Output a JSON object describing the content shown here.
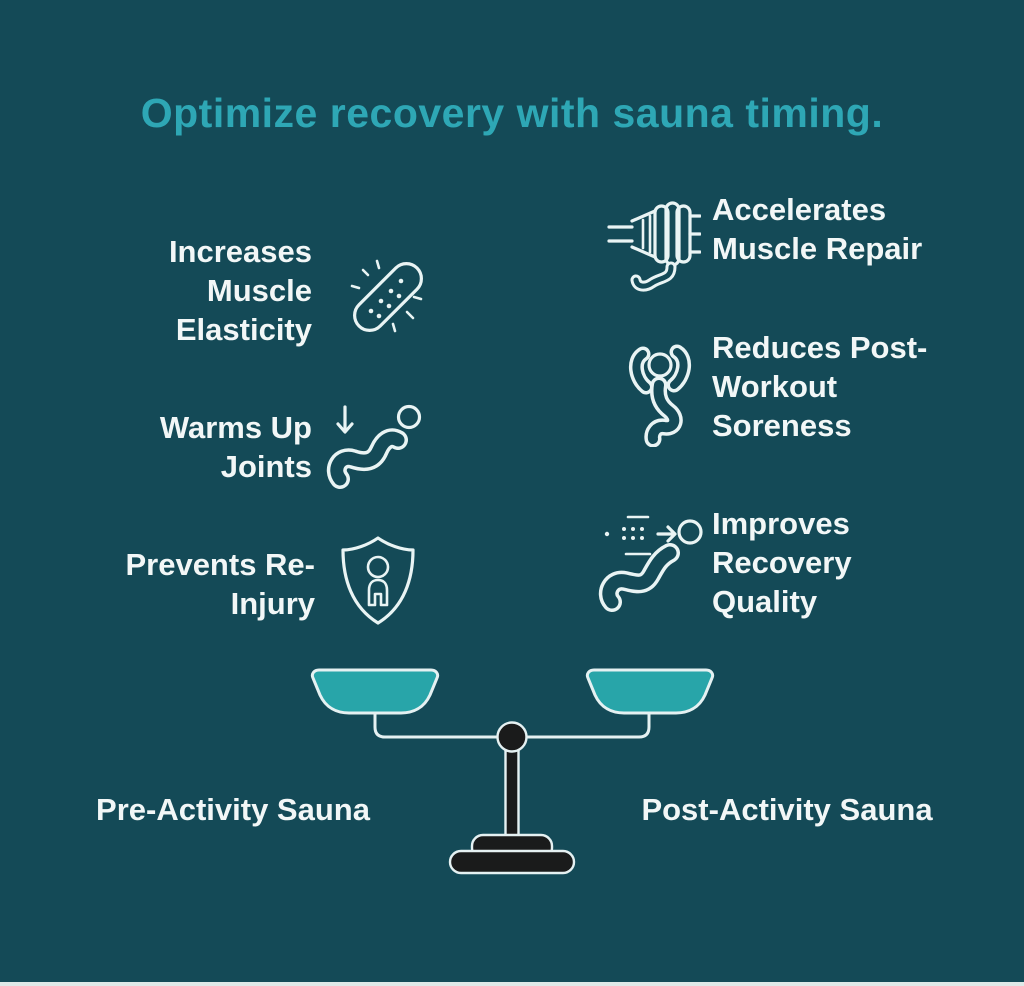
{
  "page": {
    "background_color": "#144A57",
    "accent_color": "#2EA7B5",
    "text_color": "#F2F7F7",
    "bottom_strip_color": "#DFE9E8"
  },
  "title": {
    "text": "Optimize recovery with sauna timing."
  },
  "left_column": {
    "items": [
      {
        "label": "Increases Muscle Elasticity",
        "icon": "muscle-bandage-sparkle-icon"
      },
      {
        "label": "Warms Up Joints",
        "icon": "arrow-down-stretching-body-icon"
      },
      {
        "label": "Prevents Re-Injury",
        "icon": "shield-person-icon"
      }
    ]
  },
  "right_column": {
    "items": [
      {
        "label": "Accelerates Muscle Repair",
        "icon": "muscle-fiber-repair-icon"
      },
      {
        "label": "Reduces Post-Workout Soreness",
        "icon": "stretching-person-icon"
      },
      {
        "label": "Improves Recovery Quality",
        "icon": "recovery-motion-body-icon"
      }
    ]
  },
  "scale": {
    "left_label": "Pre-Activity Sauna",
    "right_label": "Post-Activity Sauna",
    "pan_color": "#28A5A9",
    "pan_outline_color": "#E5F1F2",
    "frame_color": "#1A1B1B",
    "beam_color": "#E5F1F2"
  }
}
